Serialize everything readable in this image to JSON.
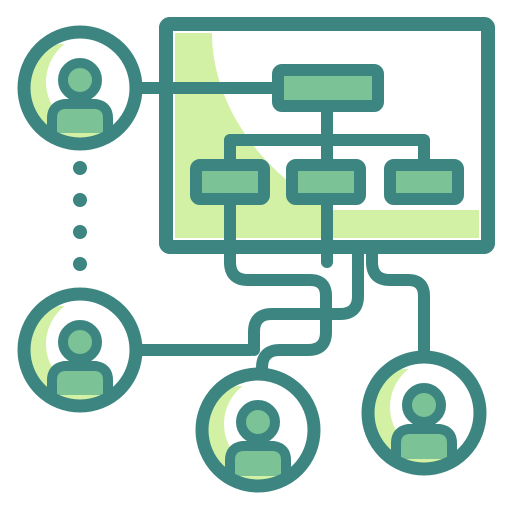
{
  "icon": {
    "name": "organization-network-icon",
    "colors": {
      "stroke": "#3d8580",
      "fill_light": "#d3f1a4",
      "fill_mid": "#7bc296",
      "background": "#ffffff"
    },
    "avatars": [
      "top-left",
      "middle-left",
      "bottom-center",
      "bottom-right"
    ],
    "org_chart_nodes": [
      "root",
      "child-left",
      "child-center",
      "child-right"
    ]
  }
}
